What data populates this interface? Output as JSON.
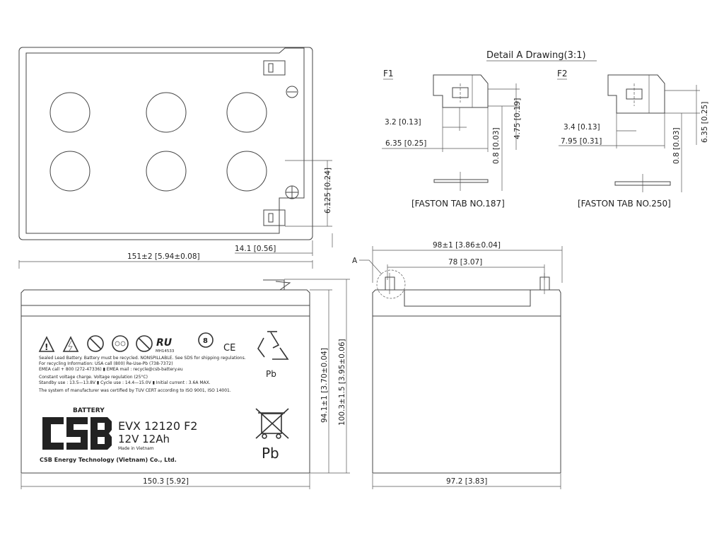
{
  "detail": {
    "title": "Detail A Drawing(3:1)",
    "f1": {
      "label": "F1",
      "dim_32": "3.2  [0.13]",
      "dim_635": "6.35  [0.25]",
      "dim_08": "0.8  [0.03]",
      "dim_475": "4.75  [0.19]",
      "caption": "[FASTON TAB NO.187]"
    },
    "f2": {
      "label": "F2",
      "dim_34": "3.4  [0.13]",
      "dim_795": "7.95  [0.31]",
      "dim_08": "0.8  [0.03]",
      "dim_635": "6.35  [0.25]",
      "caption": "[FASTON TAB NO.250]"
    }
  },
  "top_view": {
    "dim_6125": "6.125  [0.24]",
    "dim_141": "14.1  [0.56]"
  },
  "front_view": {
    "dim_width_top": "151±2  [5.94±0.08]",
    "dim_width_bottom": "150.3  [5.92]",
    "dim_height_941": "94.1±1  [3.70±0.04]",
    "dim_height_1003": "100.3±1.5  [3.95±0.06]"
  },
  "label": {
    "ul_mark": "MH14533",
    "ce_mark": "CE",
    "recycle_pb": "Pb",
    "bin_pb": "Pb",
    "text_lines": [
      "Sealed Lead Battery. Battery must be recycled. NONSPILLABLE. See SDS for shipping regulations.",
      "For recycling Information: USA call (800) Re-Use-Pb (738-7372)",
      "EMEA call + 800 (272-47336)  ▮  EMEA mail : recycle@csb-battery.eu",
      "Constant voltage charge. Voltage regulation (25°C)",
      "Standby use : 13.5—13.8V  ▮  Cycle use : 14.4—15.0V  ▮ Initial current : 3.6A MAX.",
      "The system of manufacturer was certified by TUV CERT according to ISO 9001, ISO 14001."
    ],
    "brand_battery": "BATTERY",
    "model": "EVX 12120 F2",
    "rating": "12V 12Ah",
    "origin": "Made in Vietnam",
    "company": "CSB Energy Technology (Vietnam) Co., Ltd."
  },
  "side_view": {
    "callout": "A",
    "dim_width_top": "98±1  [3.86±0.04]",
    "dim_terminal": "78  [3.07]",
    "dim_width_bottom": "97.2  [3.83]"
  }
}
